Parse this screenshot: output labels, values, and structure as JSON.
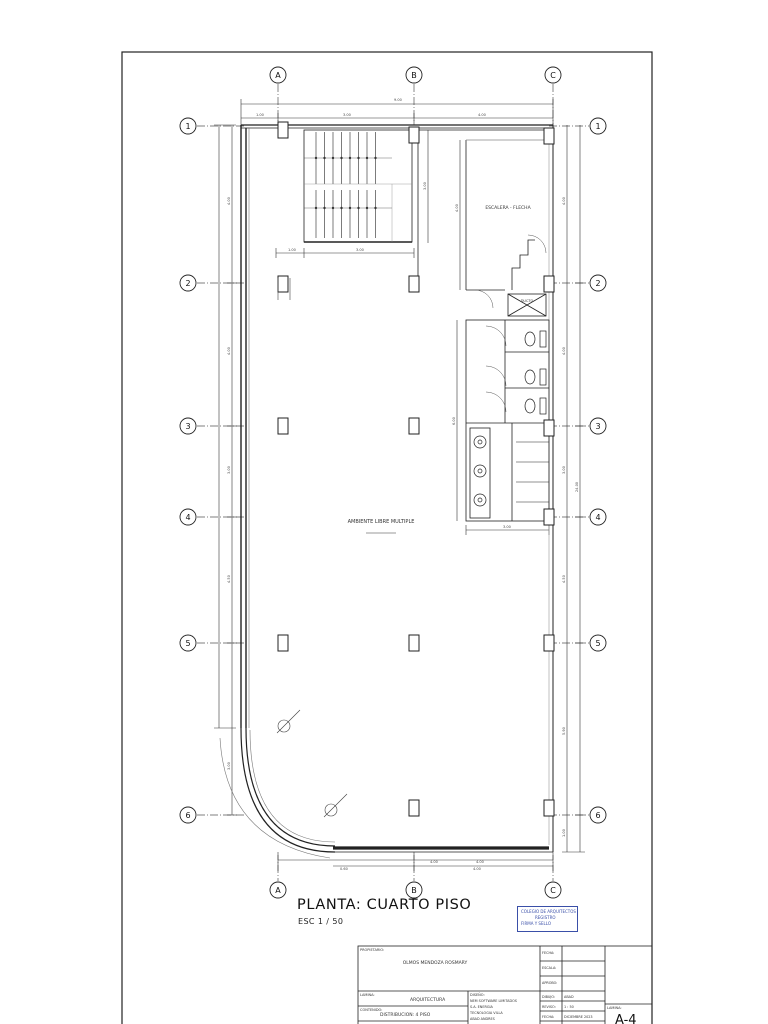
{
  "drawing": {
    "title": "PLANTA: CUARTO PISO",
    "scale_text": "ESC 1 / 50",
    "sheet_number": "A-4",
    "rooms": {
      "main_hall": "AMBIENTE LIBRE MULTIPLE",
      "stair_room": "ESCALERA - FLECHA",
      "duct": "DUCTO"
    }
  },
  "grid": {
    "columns": [
      "A",
      "B",
      "C"
    ],
    "rows": [
      "1",
      "2",
      "3",
      "4",
      "5",
      "6"
    ]
  },
  "title_block": {
    "owner_label": "PROPIETARIO:",
    "owner_value": "OLMOS MENDOZA ROSMARY",
    "lamina_label": "LAMINA:",
    "lamina_value": "ARQUITECTURA",
    "content_label": "CONTENIDO:",
    "content_value": "DISTRIBUCION: 4 PISO",
    "design_label": "DISEÑO:",
    "design_lines": [
      "NEM SOFTWARE LIMITADOS",
      "S.A. ENERGIA",
      "TECNOLOGIA VILLA",
      "ABAD ANDRES"
    ],
    "fields": [
      "FECHA:",
      "ESCALA:",
      "APROBO:",
      "DIBUJO:",
      "REVISO:",
      "FECHA:"
    ],
    "field_values": [
      "",
      "",
      "",
      "ABAD",
      "1 : 50",
      "DICIEMBRE 2023"
    ],
    "sheet_label": "LAMINA:"
  },
  "stamp": {
    "lines": [
      "COLEGIO DE ARQUITECTOS",
      "REGISTRO",
      "FIRMA Y SELLO"
    ]
  }
}
